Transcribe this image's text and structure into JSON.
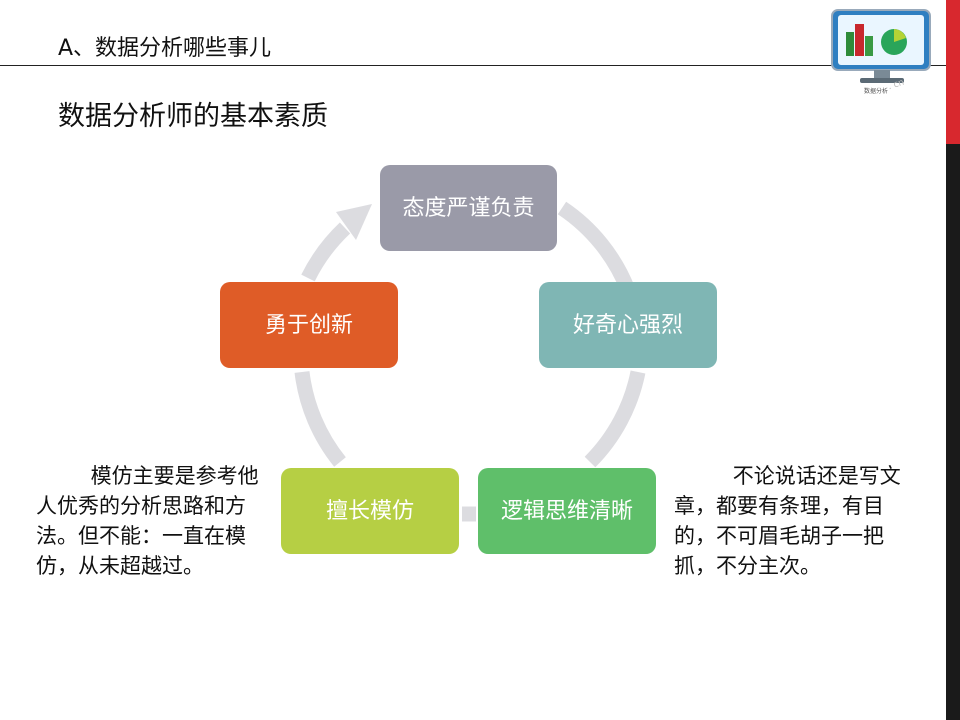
{
  "header": {
    "section_title": "A、数据分析哪些事儿"
  },
  "logo": {
    "caption": "数据分析",
    "suffix": ". cn"
  },
  "page_title": "数据分析师的基本素质",
  "diagram": {
    "nodes": [
      {
        "label": "态度严谨负责",
        "color": "#9a9aa8"
      },
      {
        "label": "好奇心强烈",
        "color": "#7fb6b4"
      },
      {
        "label": "逻辑思维清晰",
        "color": "#5fbf6a"
      },
      {
        "label": "擅长模仿",
        "color": "#b6cf44"
      },
      {
        "label": "勇于创新",
        "color": "#df5c27"
      }
    ],
    "ring_color": "#dcdce0"
  },
  "notes": {
    "left": "模仿主要是参考他人优秀的分析思路和方法。但不能：一直在模仿，从未超越过。",
    "right": "不论说话还是写文章，都要有条理，有目的，不可眉毛胡子一把抓，不分主次。"
  },
  "colors": {
    "accent_red": "#d8282e",
    "edge_dark": "#1a1a1a"
  }
}
